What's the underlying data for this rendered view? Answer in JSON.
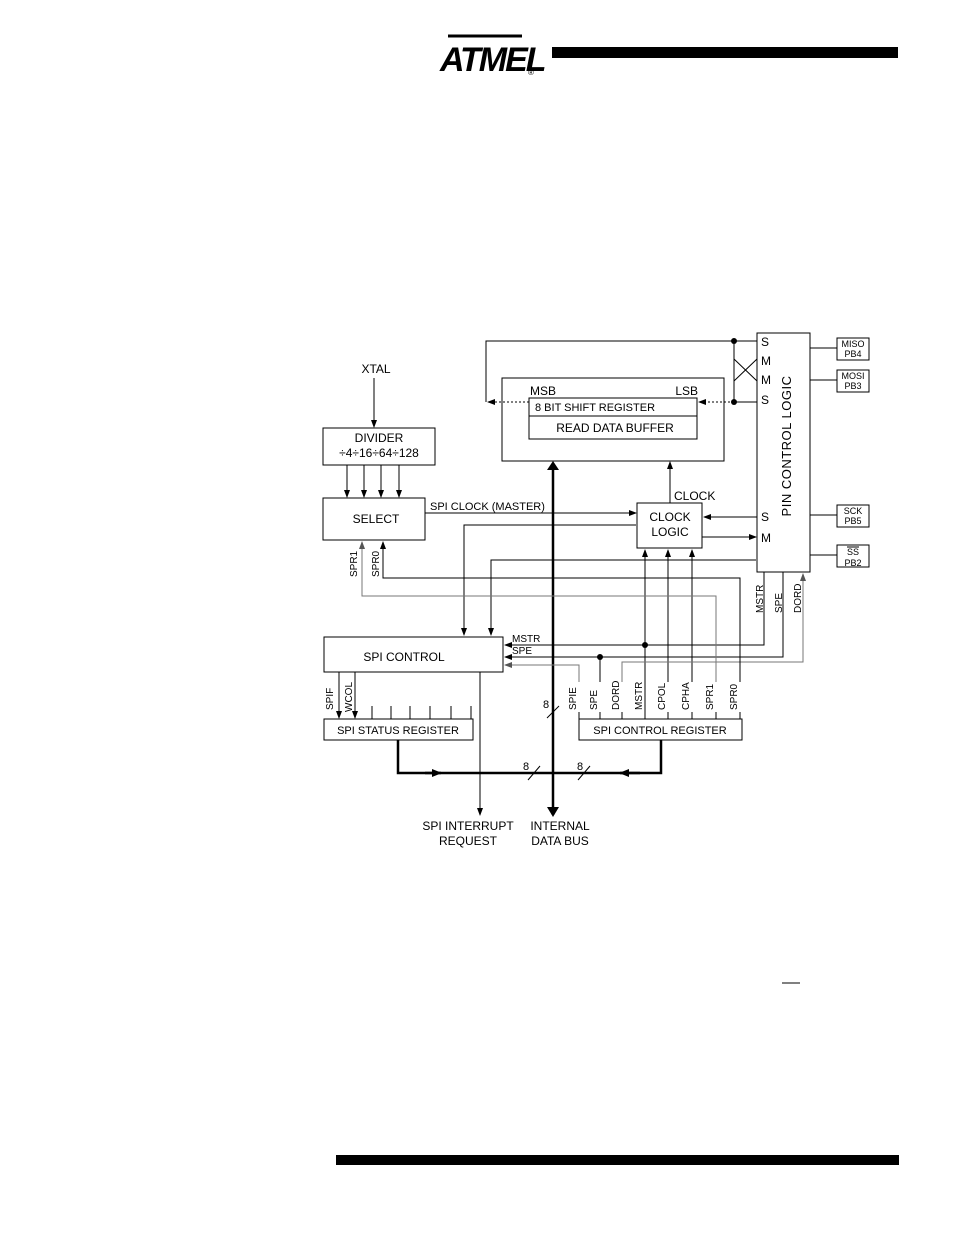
{
  "header": {
    "logo_text": "ATMEL",
    "logo_mark": "®"
  },
  "diagram": {
    "xtal": "XTAL",
    "divider": {
      "title": "DIVIDER",
      "ratios": "÷4÷16÷64÷128"
    },
    "select": "SELECT",
    "spi_clock_master": "SPI CLOCK (MASTER)",
    "shift_register": {
      "msb": "MSB",
      "lsb": "LSB",
      "shift": "8 BIT SHIFT REGISTER",
      "read_buffer": "READ DATA BUFFER"
    },
    "clock_label": "CLOCK",
    "clock_logic": {
      "line1": "CLOCK",
      "line2": "LOGIC"
    },
    "pin_control_logic": "PIN CONTROL LOGIC",
    "pin_io": {
      "s1": "S",
      "m1": "M",
      "m2": "M",
      "s2": "S",
      "s3": "S",
      "m3": "M"
    },
    "pins": [
      {
        "name": "MISO",
        "port": "PB4"
      },
      {
        "name": "MOSI",
        "port": "PB3"
      },
      {
        "name": "SCK",
        "port": "PB5"
      },
      {
        "name": "SS",
        "port": "PB2"
      }
    ],
    "select_signals": {
      "spr1": "SPR1",
      "spr0": "SPR0"
    },
    "spi_control": "SPI CONTROL",
    "control_inputs": {
      "mstr": "MSTR",
      "spe": "SPE"
    },
    "pin_signals": {
      "mstr": "MSTR",
      "spe": "SPE",
      "dord": "DORD"
    },
    "status_register": {
      "label": "SPI STATUS REGISTER",
      "bits": [
        "SPIF",
        "WCOL"
      ]
    },
    "control_register": {
      "label": "SPI CONTROL REGISTER",
      "bits": [
        "SPIE",
        "SPE",
        "DORD",
        "MSTR",
        "CPOL",
        "CPHA",
        "SPR1",
        "SPR0"
      ]
    },
    "bus_width_a": "8",
    "bus_width_b": "8",
    "bus_width_c": "8",
    "interrupt": {
      "line1": "SPI INTERRUPT",
      "line2": "REQUEST"
    },
    "data_bus": {
      "line1": "INTERNAL",
      "line2": "DATA BUS"
    }
  }
}
